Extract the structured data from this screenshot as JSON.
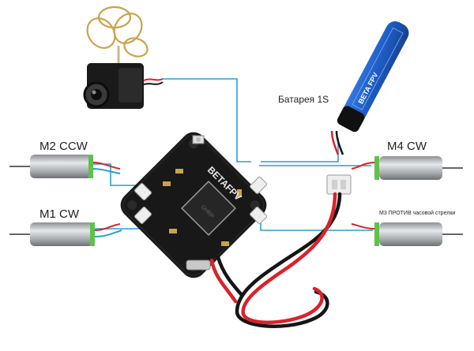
{
  "labels": {
    "motor_m2": "M2  CCW",
    "motor_m1": "M1  CW",
    "motor_m4": "M4 CW",
    "motor_m3": "M3 ПРОТИВ часовой стрелки",
    "battery": "Батарея 1S",
    "board_brand": "BETAFPV",
    "battery_brand": "BETA FPV"
  },
  "colors": {
    "signal_wire": "#2a9fd0",
    "power_red": "#d8232a",
    "power_black": "#151515",
    "board": "#181818",
    "battery_body": "#1f5fc8",
    "motor_silver": "#b9bcc0",
    "motor_green": "#5ec24a"
  }
}
